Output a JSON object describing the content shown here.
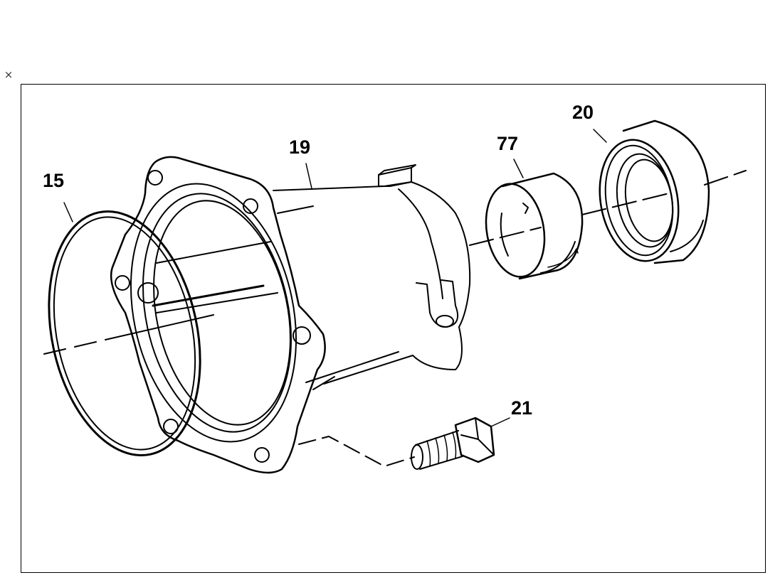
{
  "window": {
    "close_glyph": "×"
  },
  "diagram": {
    "callouts": [
      {
        "id": "15",
        "label": "15"
      },
      {
        "id": "19",
        "label": "19"
      },
      {
        "id": "77",
        "label": "77"
      },
      {
        "id": "20",
        "label": "20"
      },
      {
        "id": "21",
        "label": "21"
      }
    ]
  },
  "colors": {
    "line": "#000000",
    "background": "#ffffff"
  }
}
